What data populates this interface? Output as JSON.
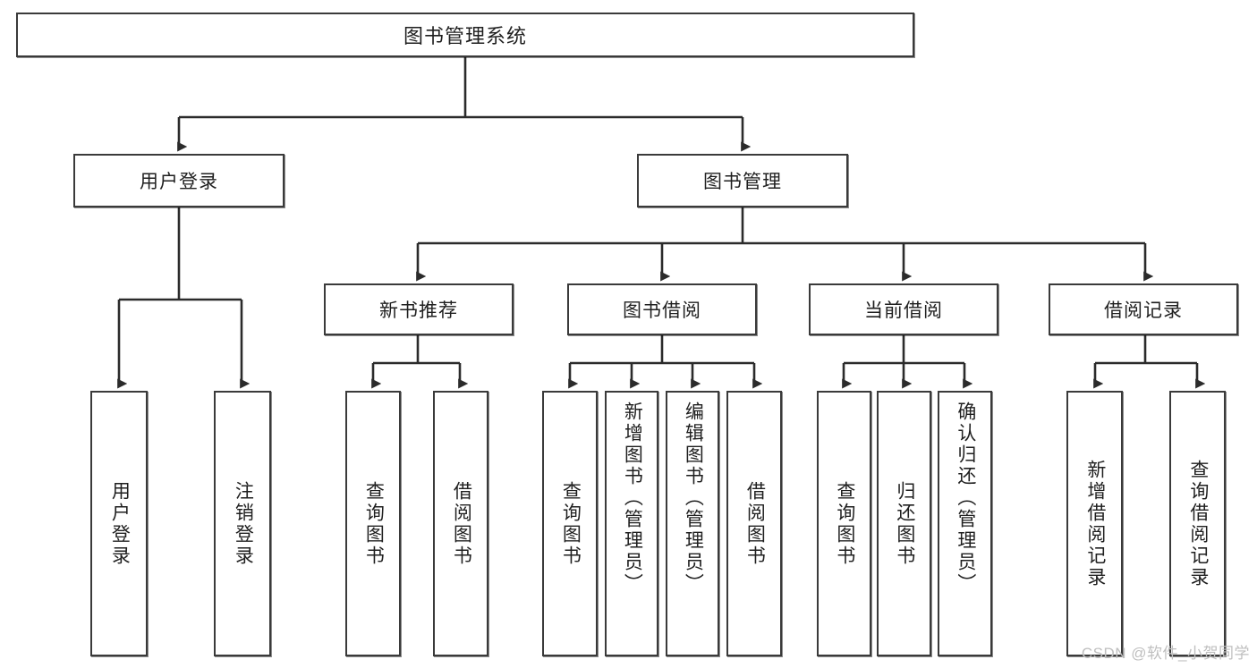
{
  "diagram": {
    "type": "tree",
    "title": "图书管理系统",
    "orientation": "top-down",
    "colors": {
      "box_border": "#3a3a3a",
      "box_fill": "#ffffff",
      "connector": "#2b2b2b",
      "text": "#1f1f1f",
      "watermark": "#bfbfbf"
    }
  },
  "nodes": {
    "root": {
      "label": "图书管理系统",
      "level": 0
    },
    "l1": [
      {
        "label": "用户登录",
        "level": 1
      },
      {
        "label": "图书管理",
        "level": 1
      }
    ],
    "l2": [
      {
        "label": "新书推荐",
        "level": 2
      },
      {
        "label": "图书借阅",
        "level": 2
      },
      {
        "label": "当前借阅",
        "level": 2
      },
      {
        "label": "借阅记录",
        "level": 2
      }
    ],
    "leaves": {
      "user_login": [
        {
          "label": "用户登录"
        },
        {
          "label": "注销登录"
        }
      ],
      "new_book": [
        {
          "label": "查询图书"
        },
        {
          "label": "借阅图书"
        }
      ],
      "book_borrow": [
        {
          "label": "查询图书"
        },
        {
          "label": "新增图书（管理员）"
        },
        {
          "label": "编辑图书（管理员）"
        },
        {
          "label": "借阅图书"
        }
      ],
      "current_borrow": [
        {
          "label": "查询图书"
        },
        {
          "label": "归还图书"
        },
        {
          "label": "确认归还（管理员）"
        }
      ],
      "borrow_record": [
        {
          "label": "新增借阅记录"
        },
        {
          "label": "查询借阅记录"
        }
      ]
    }
  },
  "watermark": {
    "text": "CSDN @软件_小贺同学"
  }
}
